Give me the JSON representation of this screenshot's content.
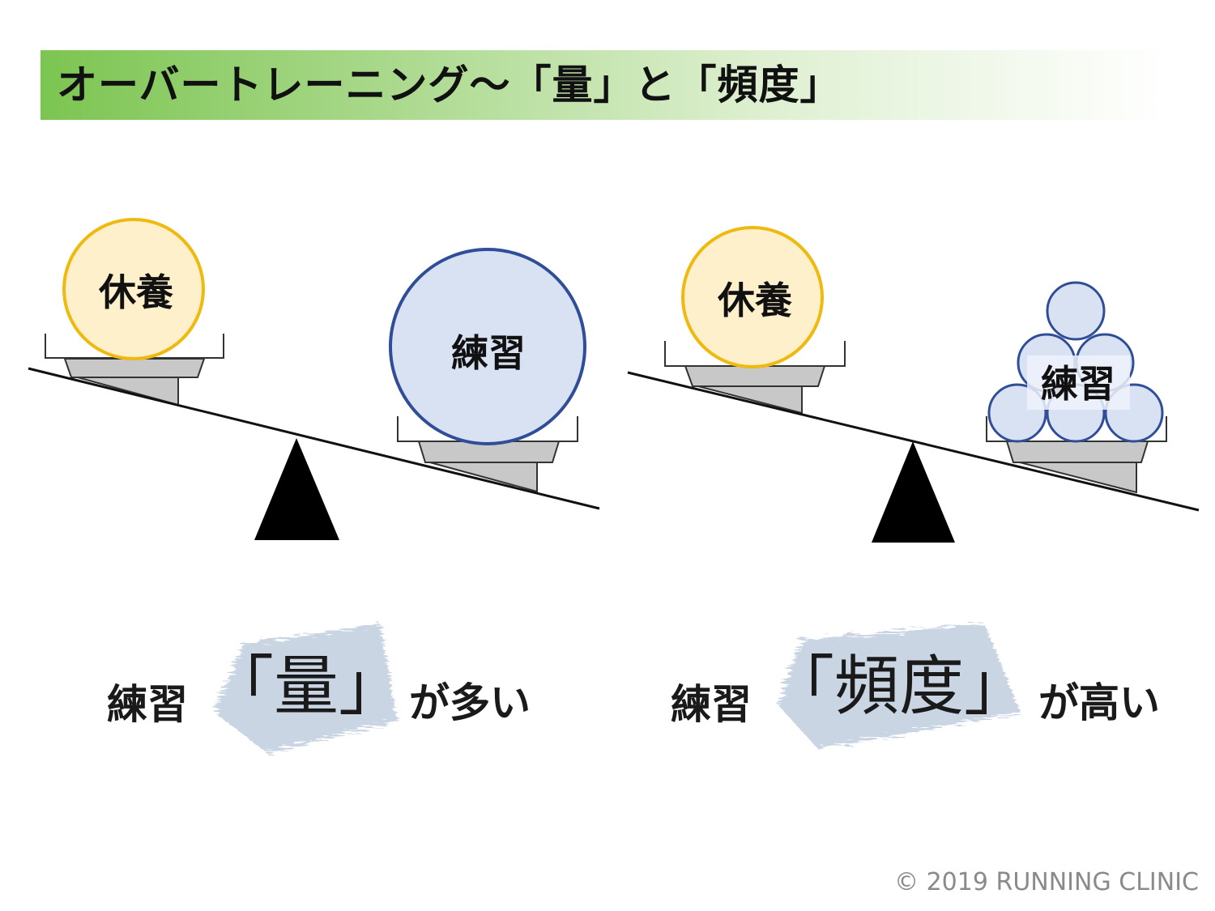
{
  "title": "オーバートレーニング〜「量」と「頻度」",
  "colors": {
    "title_bar_start": "#7cc551",
    "rest_fill": "#fdf0cb",
    "rest_stroke": "#f0b90f",
    "training_fill": "#d9e2f3",
    "training_stroke": "#2f4e97",
    "fulcrum": "#000000",
    "pan_base": "#c8c8c8",
    "brush": "#b8c7da"
  },
  "left_scale": {
    "rest_label": "休養",
    "training_label": "練習",
    "caption_pre": "練習",
    "caption_key": "「量」",
    "caption_post": "が多い"
  },
  "right_scale": {
    "rest_label": "休養",
    "training_label": "練習",
    "caption_pre": "練習",
    "caption_key": "「頻度」",
    "caption_post": "が高い"
  },
  "copyright": "© 2019 RUNNING CLINIC"
}
